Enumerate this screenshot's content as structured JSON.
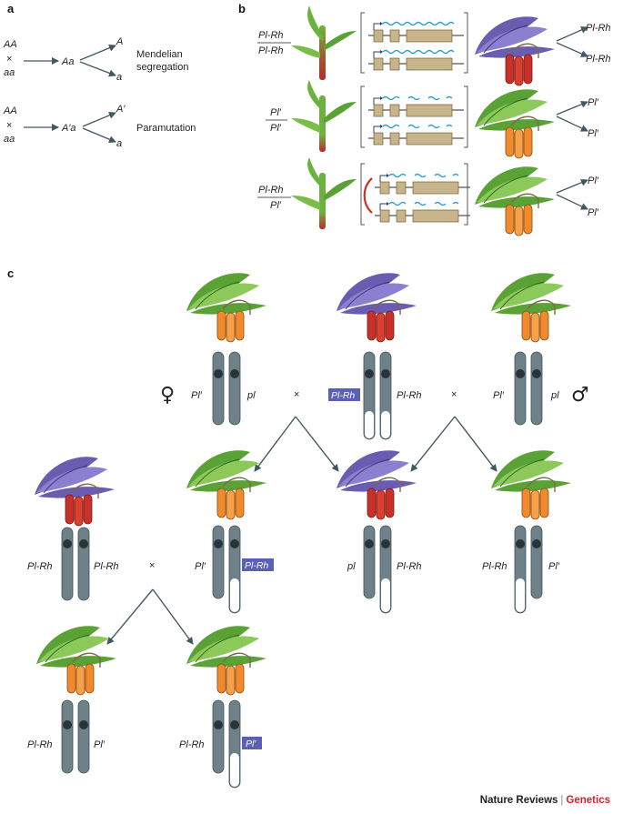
{
  "panels": {
    "a": "a",
    "b": "b",
    "c": "c"
  },
  "panel_a": {
    "mendelian": {
      "p1": "AA",
      "cross": "×",
      "p2": "aa",
      "f1": "Aa",
      "g1": "A",
      "g2": "a",
      "label_line1": "Mendelian",
      "label_line2": "segregation"
    },
    "paramutation": {
      "p1": "AA",
      "cross": "×",
      "p2": "aa",
      "f1": "A′a",
      "g1": "A′",
      "g2": "a",
      "label": "Paramutation"
    }
  },
  "panel_b": {
    "rows": [
      {
        "geno_top": "Pl-Rh",
        "geno_bottom": "Pl-Rh",
        "out1": "Pl-Rh",
        "out2": "Pl-Rh",
        "color": "purple"
      },
      {
        "geno_top": "Pl′",
        "geno_bottom": "Pl′",
        "out1": "Pl′",
        "out2": "Pl′",
        "color": "green"
      },
      {
        "geno_top": "Pl-Rh",
        "geno_bottom": "Pl′",
        "out1": "Pl′",
        "out2": "Pl′",
        "color": "green"
      }
    ]
  },
  "panel_c": {
    "female_symbol": "♀",
    "male_symbol": "♂",
    "cross": "×",
    "p1": {
      "left": "Pl′",
      "right": "pl"
    },
    "p2": {
      "left": "Pl-Rh",
      "right": "Pl-Rh"
    },
    "p3": {
      "left": "Pl′",
      "right": "pl"
    },
    "g1": {
      "left": "Pl-Rh",
      "right": "Pl-Rh"
    },
    "g2": {
      "left": "Pl′",
      "right": "Pl-Rh"
    },
    "g3": {
      "left": "pl",
      "right": "Pl-Rh"
    },
    "g4": {
      "left": "Pl-Rh",
      "right": "Pl′"
    },
    "h1": {
      "left": "Pl-Rh",
      "right": "Pl′"
    },
    "h2": {
      "left": "Pl-Rh",
      "right": "Pl′"
    }
  },
  "colors": {
    "purple": "#6a5cb0",
    "green": "#6bb23f",
    "red": "#c8312a",
    "orange": "#f08a2c",
    "chromosome": "#6e8188",
    "highlight": "#5a5fb8"
  },
  "footer": {
    "journal": "Nature Reviews",
    "section": "Genetics"
  }
}
